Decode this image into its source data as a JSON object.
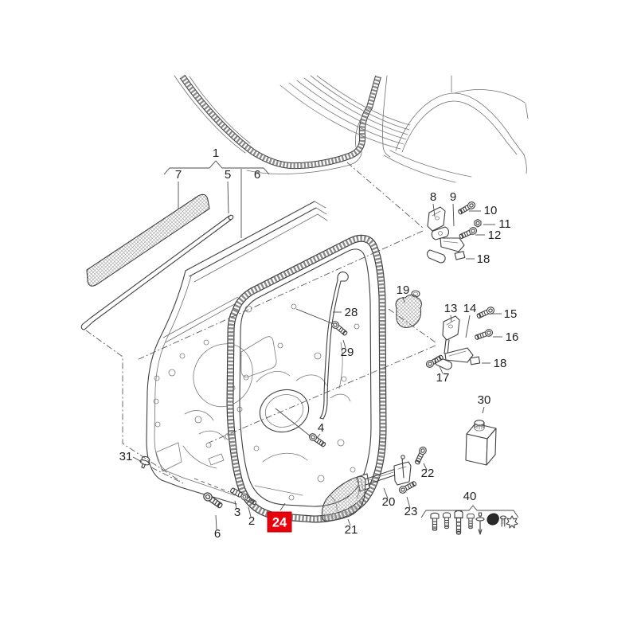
{
  "diagram": {
    "kind": "exploded-parts-diagram",
    "background": "#ffffff",
    "line_color": "#3f3f3f",
    "texture_color": "#9a9a9a",
    "highlight": {
      "label": "24",
      "bg": "#e8000d",
      "fg": "#ffffff"
    },
    "callouts": [
      {
        "id": "group-1",
        "label": "1"
      },
      {
        "id": "part-7",
        "label": "7"
      },
      {
        "id": "part-5",
        "label": "5"
      },
      {
        "id": "part-6-top",
        "label": "6"
      },
      {
        "id": "part-8",
        "label": "8"
      },
      {
        "id": "part-9",
        "label": "9"
      },
      {
        "id": "part-10",
        "label": "10"
      },
      {
        "id": "part-11",
        "label": "11"
      },
      {
        "id": "part-12",
        "label": "12"
      },
      {
        "id": "part-18-upper",
        "label": "18"
      },
      {
        "id": "part-19",
        "label": "19"
      },
      {
        "id": "part-13",
        "label": "13"
      },
      {
        "id": "part-14",
        "label": "14"
      },
      {
        "id": "part-15",
        "label": "15"
      },
      {
        "id": "part-16",
        "label": "16"
      },
      {
        "id": "part-17",
        "label": "17"
      },
      {
        "id": "part-18-lower",
        "label": "18"
      },
      {
        "id": "part-28",
        "label": "28"
      },
      {
        "id": "part-29",
        "label": "29"
      },
      {
        "id": "part-4",
        "label": "4"
      },
      {
        "id": "part-30",
        "label": "30"
      },
      {
        "id": "part-31",
        "label": "31"
      },
      {
        "id": "part-22",
        "label": "22"
      },
      {
        "id": "part-20",
        "label": "20"
      },
      {
        "id": "part-23",
        "label": "23"
      },
      {
        "id": "kit-40",
        "label": "40"
      },
      {
        "id": "part-2",
        "label": "2"
      },
      {
        "id": "part-3",
        "label": "3"
      },
      {
        "id": "part-6-bottom",
        "label": "6"
      },
      {
        "id": "part-21",
        "label": "21"
      }
    ]
  }
}
